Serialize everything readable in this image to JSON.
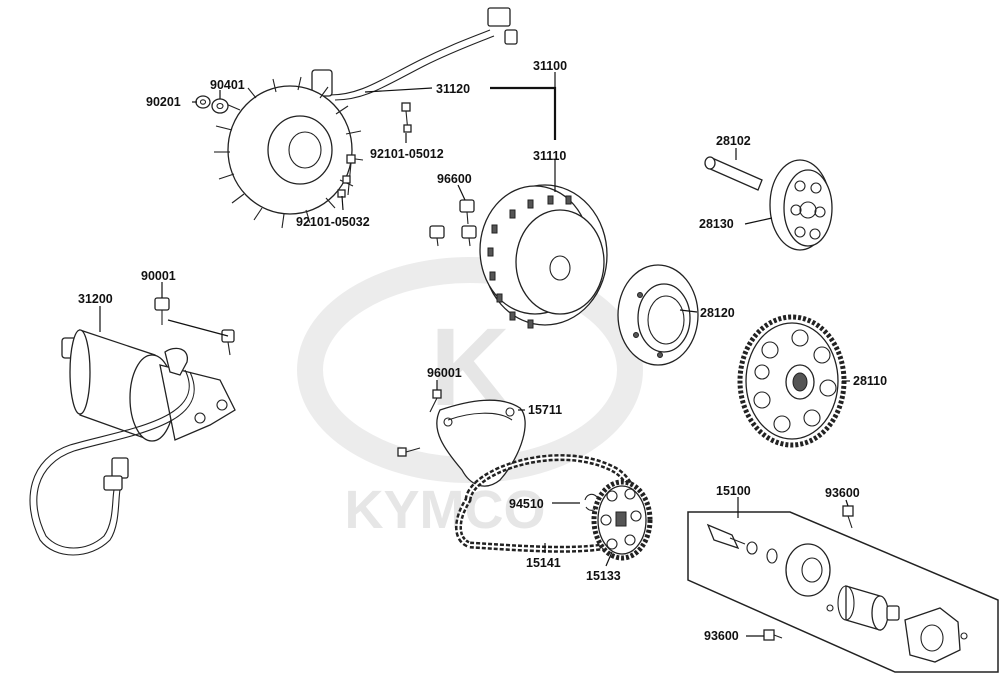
{
  "watermark": {
    "brand": "KYMCO"
  },
  "labels": {
    "p31100": "31100",
    "p31120": "31120",
    "p31110": "31110",
    "p90401": "90401",
    "p90201": "90201",
    "p92101_05012": "92101-05012",
    "p92101_05032": "92101-05032",
    "p96600": "96600",
    "p28102": "28102",
    "p28130": "28130",
    "p90001": "90001",
    "p31200": "31200",
    "p28120": "28120",
    "p28110": "28110",
    "p96001": "96001",
    "p15711": "15711",
    "p94510": "94510",
    "p15141": "15141",
    "p15133": "15133",
    "p15100": "15100",
    "p93600_top": "93600",
    "p93600_bottom": "93600"
  },
  "colors": {
    "line": "#222222",
    "watermark": "#e6e6e6",
    "background": "#ffffff"
  }
}
